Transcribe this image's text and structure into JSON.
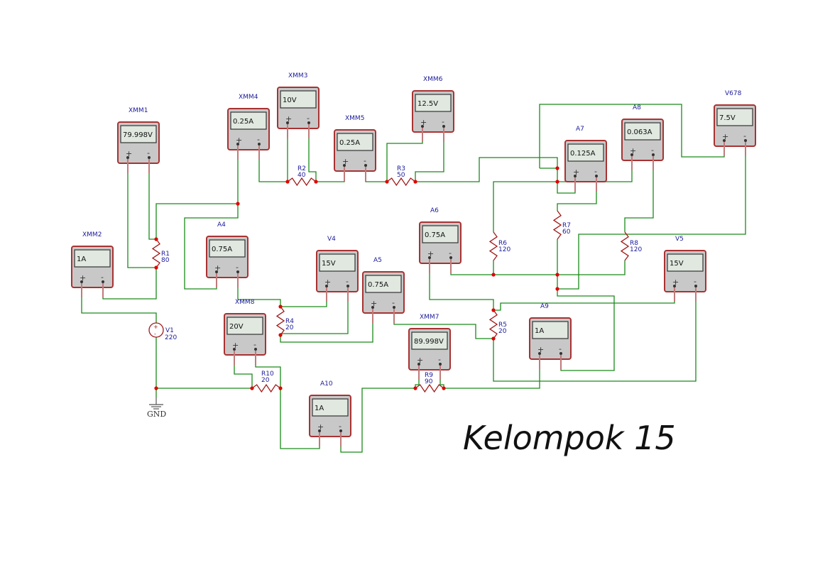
{
  "title": "Kelompok 15",
  "meters": [
    {
      "id": "XMM1",
      "reading": "79.998V"
    },
    {
      "id": "XMM2",
      "reading": "1A"
    },
    {
      "id": "XMM3",
      "reading": "10V"
    },
    {
      "id": "XMM4",
      "reading": "0.25A"
    },
    {
      "id": "XMM5",
      "reading": "0.25A"
    },
    {
      "id": "XMM6",
      "reading": "12.5V"
    },
    {
      "id": "XMM7",
      "reading": "89.998V"
    },
    {
      "id": "XMM8",
      "reading": "20V"
    },
    {
      "id": "A4",
      "reading": "0.75A"
    },
    {
      "id": "A5",
      "reading": "0.75A"
    },
    {
      "id": "A6",
      "reading": "0.75A"
    },
    {
      "id": "A7",
      "reading": "0.125A"
    },
    {
      "id": "A8",
      "reading": "0.063A"
    },
    {
      "id": "A9",
      "reading": "1A"
    },
    {
      "id": "A10",
      "reading": "1A"
    },
    {
      "id": "V4",
      "reading": "15V"
    },
    {
      "id": "V5",
      "reading": "15V"
    },
    {
      "id": "V678",
      "reading": "7.5V"
    }
  ],
  "resistors": [
    {
      "id": "R1",
      "value": "80"
    },
    {
      "id": "R2",
      "value": "40"
    },
    {
      "id": "R3",
      "value": "50"
    },
    {
      "id": "R4",
      "value": "20"
    },
    {
      "id": "R5",
      "value": "20"
    },
    {
      "id": "R6",
      "value": "120"
    },
    {
      "id": "R7",
      "value": "60"
    },
    {
      "id": "R8",
      "value": "120"
    },
    {
      "id": "R9",
      "value": "90"
    },
    {
      "id": "R10",
      "value": "20"
    }
  ],
  "source": {
    "id": "V1",
    "value": "220"
  },
  "ground": {
    "label": "GND"
  },
  "terminal_signs": {
    "plus": "+",
    "minus": "-"
  }
}
